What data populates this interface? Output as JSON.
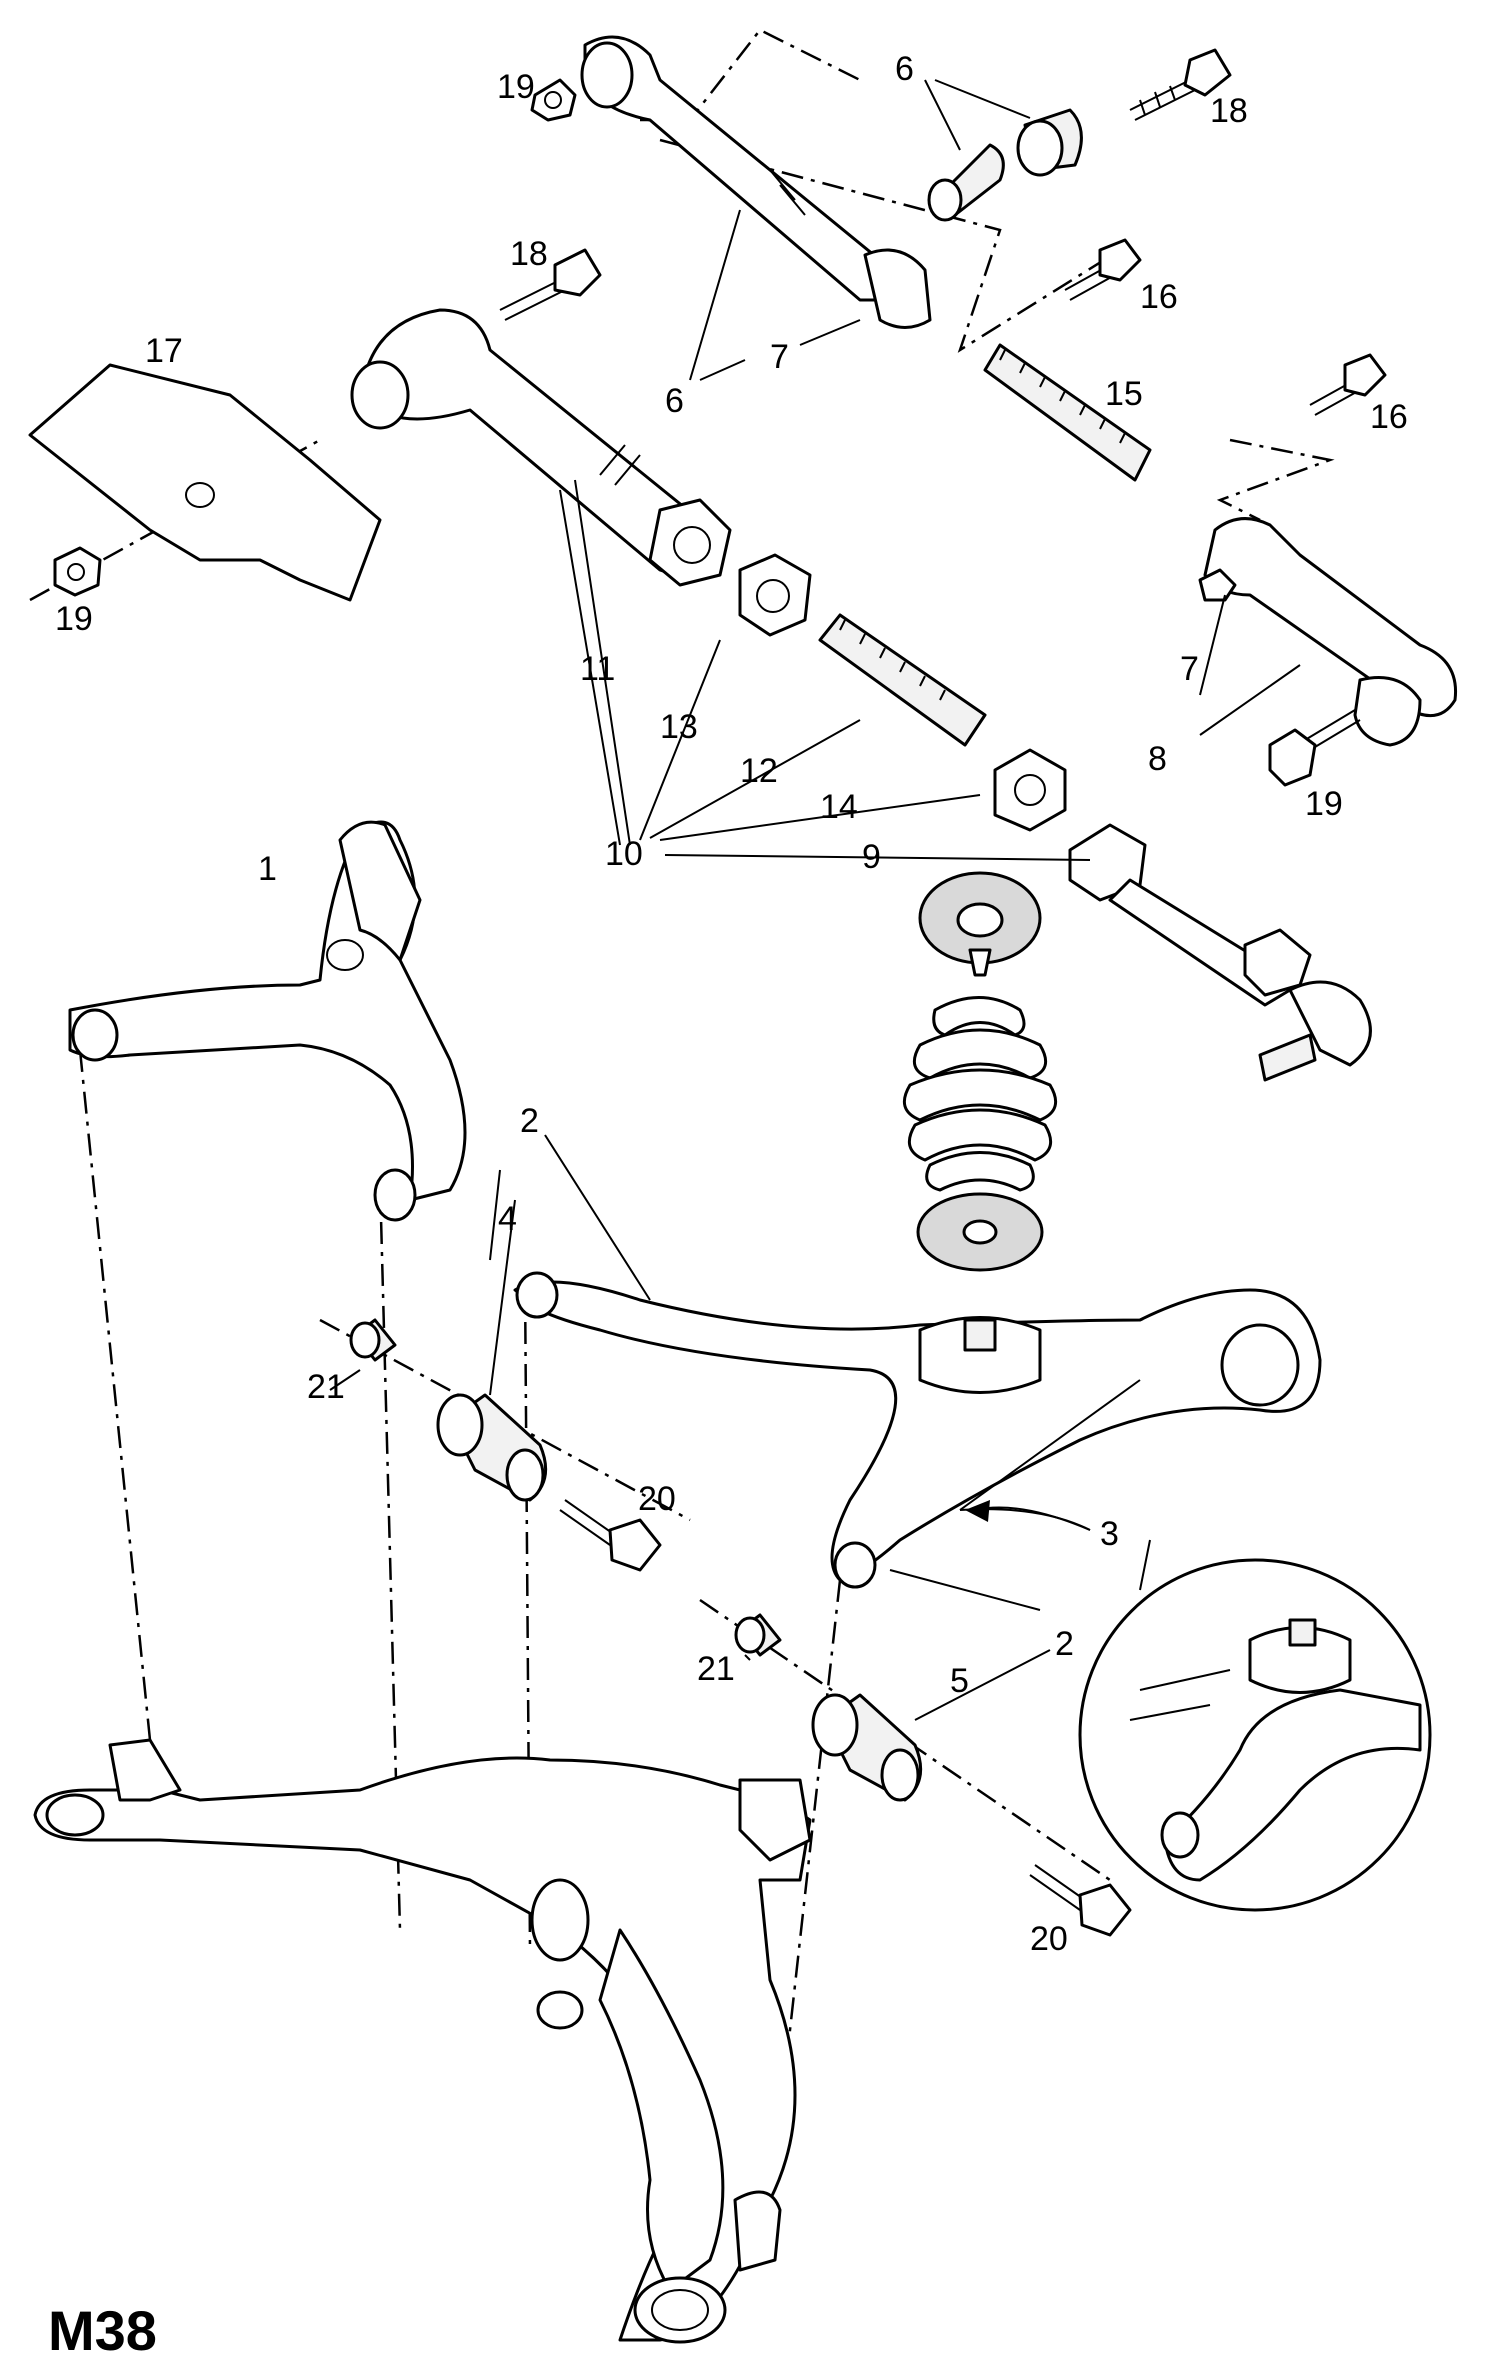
{
  "diagram_code": "M38",
  "callouts": [
    "1",
    "2",
    "3",
    "4",
    "5",
    "6",
    "7",
    "8",
    "9",
    "10",
    "11",
    "12",
    "13",
    "14",
    "15",
    "16",
    "17",
    "18",
    "19",
    "20",
    "21"
  ]
}
